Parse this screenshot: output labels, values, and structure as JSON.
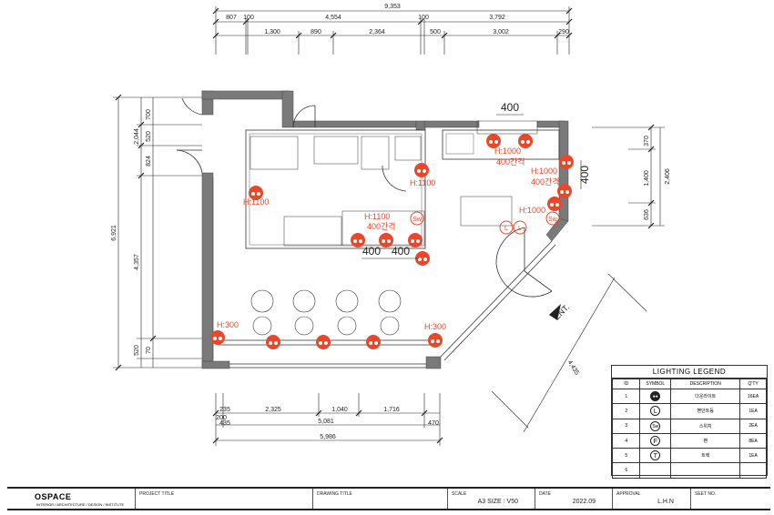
{
  "top_dims": {
    "total": "9,353",
    "seg1": [
      "807",
      "100",
      "4,554",
      "100",
      "3,792"
    ],
    "seg2": [
      "1,300",
      "890",
      "2,364",
      "500",
      "3,002",
      "290"
    ]
  },
  "bottom_dims": {
    "row1": [
      "235",
      "2,325",
      "1,040",
      "1,716"
    ],
    "row2": [
      "200",
      "435",
      "5,081",
      "470"
    ],
    "total": "5,986"
  },
  "left_dims": {
    "total": "6,921",
    "inner": [
      "700",
      "520",
      "2,044",
      "824",
      "4,357",
      "520",
      "70"
    ]
  },
  "right_dims": {
    "inner": [
      "370",
      "1,400",
      "636"
    ],
    "total": "2,406"
  },
  "diag_dim": "4,435",
  "annotations": {
    "h1100_left": "H:1100",
    "h1100_right": "H:1100",
    "h1100_mid": "H:1100",
    "gap400_mid": "400간격",
    "h1000_a": "H:1000",
    "gap400_a": "400간격",
    "h1000_b": "H:1000",
    "gap400_b": "400간격",
    "h1000_c": "H:1000",
    "h300_left": "H:300",
    "h300_right": "H:300",
    "d400_top": "400",
    "d400_right": "400",
    "d400_a": "400",
    "d400_b": "400",
    "ent": "ENT."
  },
  "legend": {
    "title": "LIGHTING LEGEND",
    "headers": [
      "ID",
      "SYMBOL",
      "DESCRIPTION",
      "Q'TY"
    ],
    "rows": [
      {
        "id": "1",
        "symbol": "downlight-icon",
        "sym_text": "",
        "desc": "다운라이트",
        "qty": "16EA"
      },
      {
        "id": "2",
        "symbol": "pendant-icon",
        "sym_text": "L",
        "desc": "펜던트등",
        "qty": "1EA"
      },
      {
        "id": "3",
        "symbol": "switch-icon",
        "sym_text": "Sw",
        "desc": "스위치",
        "qty": "2EA"
      },
      {
        "id": "4",
        "symbol": "fan-icon",
        "sym_text": "F",
        "desc": "팬",
        "qty": "8EA"
      },
      {
        "id": "5",
        "symbol": "track-icon",
        "sym_text": "T",
        "desc": "트랙",
        "qty": "1EA"
      },
      {
        "id": "6",
        "symbol": "",
        "sym_text": "",
        "desc": "",
        "qty": ""
      }
    ]
  },
  "titleblock": {
    "brand": "OSPACE",
    "brand_sub": "INTERIOR / ARCHITECTURE / DESIGN / INSTITUTE",
    "project_label": "PROJECT TITLE",
    "drawing_label": "DRAWING TITLE",
    "scale_label": "SCALE",
    "scale_value": "A3 SIZE : V50",
    "date_label": "DATE",
    "date_value": "2022.09",
    "approval_label": "APPROVAL",
    "approval_value": "L.H.N",
    "sheet_label": "SEET NO."
  },
  "colors": {
    "accent": "#e8472a",
    "wall": "#777777",
    "line": "#222222"
  }
}
